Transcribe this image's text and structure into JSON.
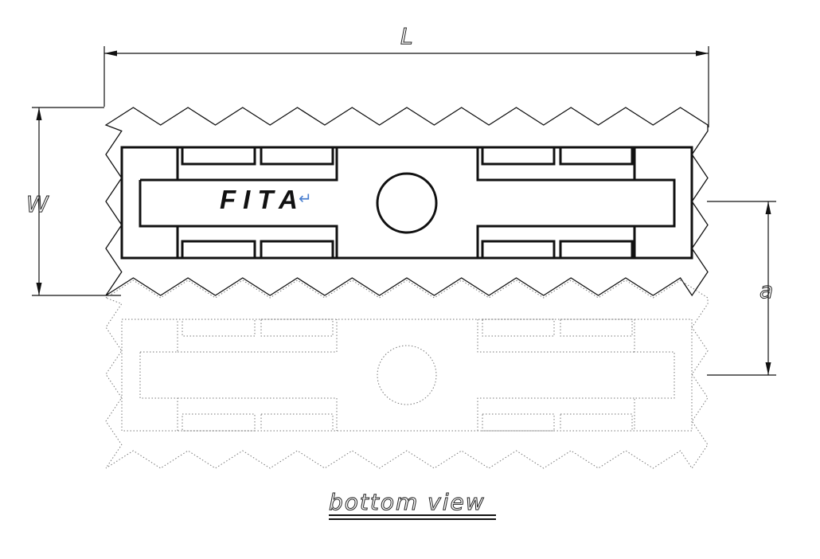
{
  "dimensions": {
    "length_label": "L",
    "width_label": "W",
    "offset_label": "a"
  },
  "part": {
    "label": "FITA",
    "return_mark": "↵"
  },
  "view": {
    "caption": "bottom view"
  },
  "colors": {
    "line": "#111111",
    "ghost_outline": "#777777",
    "return_mark": "#4a7fd0"
  }
}
